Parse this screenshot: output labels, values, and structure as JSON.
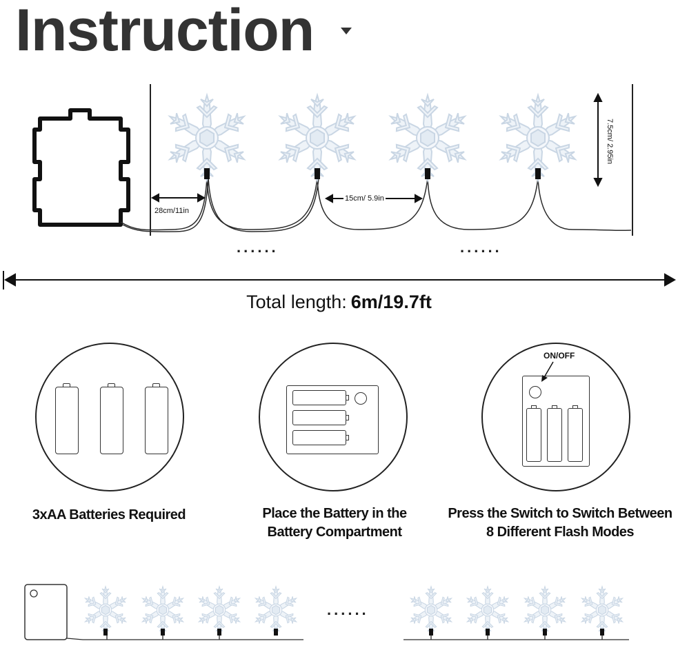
{
  "header": {
    "title": "Instruction"
  },
  "diagram": {
    "height_label": "7.5cm/ 2.95in",
    "lead_wire_label": "28cm/11in",
    "spacing_label": "15cm/ 5.9in",
    "ellipsis": "......",
    "total_length_prefix": "Total length:",
    "total_length_value": "6m/19.7ft"
  },
  "steps": [
    {
      "caption_line1": "3xAA Batteries Required",
      "caption_line2": "",
      "icon": "three-aa-batteries"
    },
    {
      "caption_line1": "Place the Battery in the",
      "caption_line2": "Battery Compartment",
      "icon": "battery-compartment"
    },
    {
      "caption_line1": "Press the Switch to Switch Between",
      "caption_line2": "8 Different Flash Modes",
      "icon": "battery-box-switch",
      "switch_label": "ON/OFF"
    }
  ],
  "bottom_strip": {
    "ellipsis": "......"
  },
  "colors": {
    "text": "#111111",
    "title": "#333333",
    "snowflake": "#e6eef6",
    "wire": "#2a2a2a"
  }
}
